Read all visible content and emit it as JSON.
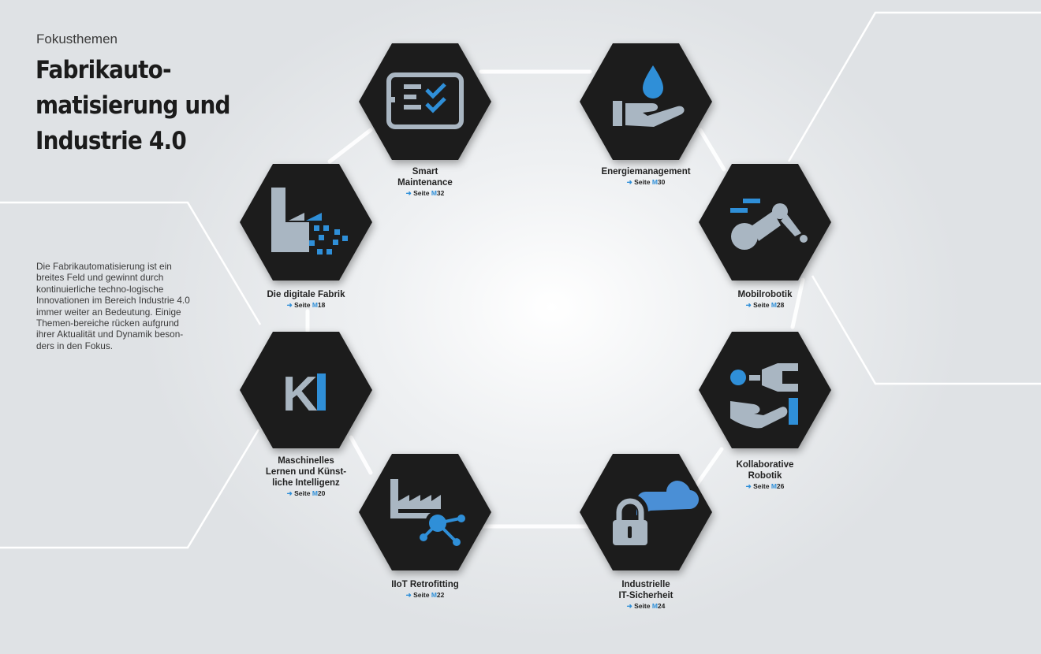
{
  "header": {
    "kicker": "Fokusthemen",
    "title_line1": "Fabrikauto-",
    "title_line2": "matisierung und",
    "title_line3": "Industrie 4.0"
  },
  "intro": {
    "text": "Die Fabrikautomatisierung ist ein breites Feld und gewinnt durch kontinuierliche techno-logische Innovationen im Bereich Industrie 4.0 immer weiter an Bedeutung. Einige Themen-bereiche rücken aufgrund ihrer Aktualität und Dynamik beson-ders in den Fokus."
  },
  "colors": {
    "hex_fill": "#1c1c1c",
    "icon_gray": "#a9b6c2",
    "accent_blue": "#2f8fd8",
    "cloud_blue": "#4a8fd6"
  },
  "topics": [
    {
      "id": "smart-maintenance",
      "label_line1": "Smart",
      "label_line2": "Maintenance",
      "label_line3": "",
      "ref_prefix": "Seite",
      "ref_letter": "M",
      "ref_page": "32",
      "icon": "tablet-checklist-icon"
    },
    {
      "id": "energiemanagement",
      "label_line1": "Energiemanagement",
      "label_line2": "",
      "label_line3": "",
      "ref_prefix": "Seite",
      "ref_letter": "M",
      "ref_page": "30",
      "icon": "hand-water-drop-icon"
    },
    {
      "id": "mobilrobotik",
      "label_line1": "Mobilrobotik",
      "label_line2": "",
      "label_line3": "",
      "ref_prefix": "Seite",
      "ref_letter": "M",
      "ref_page": "28",
      "icon": "robot-arm-icon"
    },
    {
      "id": "kollaborative-robotik",
      "label_line1": "Kollaborative",
      "label_line2": "Robotik",
      "label_line3": "",
      "ref_prefix": "Seite",
      "ref_letter": "M",
      "ref_page": "26",
      "icon": "hand-gripper-icon"
    },
    {
      "id": "it-sicherheit",
      "label_line1": "Industrielle",
      "label_line2": "IT-Sicherheit",
      "label_line3": "",
      "ref_prefix": "Seite",
      "ref_letter": "M",
      "ref_page": "24",
      "icon": "lock-cloud-icon"
    },
    {
      "id": "iiot-retrofitting",
      "label_line1": "IIoT Retrofitting",
      "label_line2": "",
      "label_line3": "",
      "ref_prefix": "Seite",
      "ref_letter": "M",
      "ref_page": "22",
      "icon": "factory-network-icon"
    },
    {
      "id": "ki",
      "label_line1": "Maschinelles",
      "label_line2": "Lernen und Künst-",
      "label_line3": "liche Intelligenz",
      "ref_prefix": "Seite",
      "ref_letter": "M",
      "ref_page": "20",
      "icon": "ki-letters-icon",
      "icon_text_k": "K",
      "icon_text_i": "I"
    },
    {
      "id": "digitale-fabrik",
      "label_line1": "Die digitale Fabrik",
      "label_line2": "",
      "label_line3": "",
      "ref_prefix": "Seite",
      "ref_letter": "M",
      "ref_page": "18",
      "icon": "digital-factory-icon"
    }
  ]
}
